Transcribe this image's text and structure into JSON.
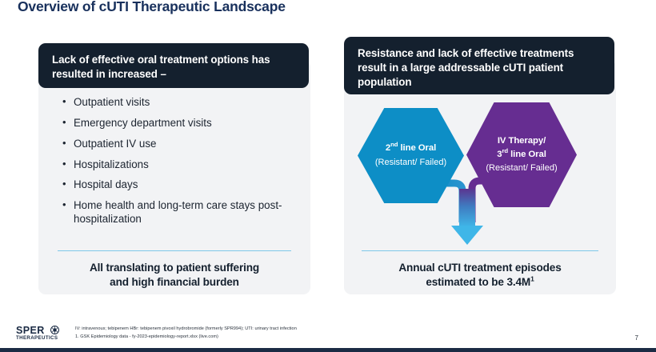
{
  "slide": {
    "title": "Overview of cUTI Therapeutic Landscape",
    "page_number": "7"
  },
  "colors": {
    "title_navy": "#18305c",
    "header_dark": "#14202e",
    "card_gray": "#f2f3f5",
    "hex_blue": "#0d8ec6",
    "hex_purple": "#662d91",
    "divider_blue": "#7ec8e8",
    "arrow_light_blue": "#3fb6e8",
    "bottom_bar": "#1b2b44"
  },
  "left_card": {
    "header": "Lack of effective oral treatment options has resulted in increased –",
    "bullets": [
      "Outpatient visits",
      "Emergency department visits",
      "Outpatient IV use",
      "Hospitalizations",
      "Hospital days",
      "Home health and long-term care stays post-hospitalization"
    ],
    "footer_line1": "All translating to patient suffering",
    "footer_line2": "and high financial burden"
  },
  "right_card": {
    "header": "Resistance and lack of effective treatments result in a large addressable cUTI patient population",
    "hexagons": [
      {
        "title_main": "2",
        "title_sup": "nd",
        "title_rest": " line Oral",
        "subtitle": "(Resistant/ Failed)",
        "color": "#0d8ec6"
      },
      {
        "title_line1": "IV Therapy/",
        "title_main": "3",
        "title_sup": "rd",
        "title_rest": " line Oral",
        "subtitle": "(Resistant/ Failed)",
        "color": "#662d91"
      }
    ],
    "footer_line1": "Annual cUTI treatment episodes",
    "footer_line2": "estimated to be 3.4M",
    "footer_sup": "1"
  },
  "footnotes": {
    "line1": "IV: intravenous; tebipenem HBr: tebipenem pivoxil hydrobromide (formerly SPR994); UTI: urinary tract infection",
    "line2": "1. GSK Epidemiology data - fy-2023-epidemiology-report.xlsx (live.com)"
  },
  "logo": {
    "word": "SPER",
    "sub": "THERAPEUTICS"
  }
}
